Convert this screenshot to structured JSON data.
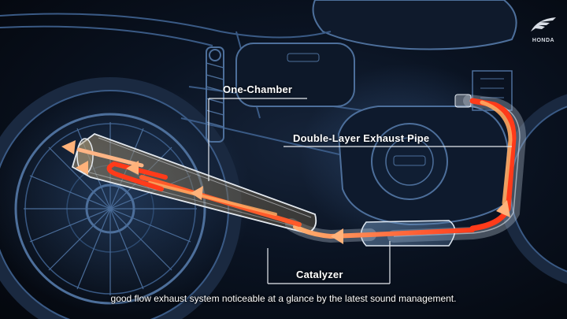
{
  "callouts": {
    "one_chamber": "One-Chamber",
    "double_layer": "Double-Layer Exhaust Pipe",
    "catalyzer": "Catalyzer"
  },
  "subtitle": "good flow exhaust system noticeable at a glance by the latest sound management.",
  "brand": {
    "logo_text": "HONDA"
  },
  "colors": {
    "background": "#0a1322",
    "wireframe": "#3a5a85",
    "flow_hot": "#ff3b1a",
    "flow_warm": "#ffa860",
    "label_line": "#e6eaf0"
  }
}
